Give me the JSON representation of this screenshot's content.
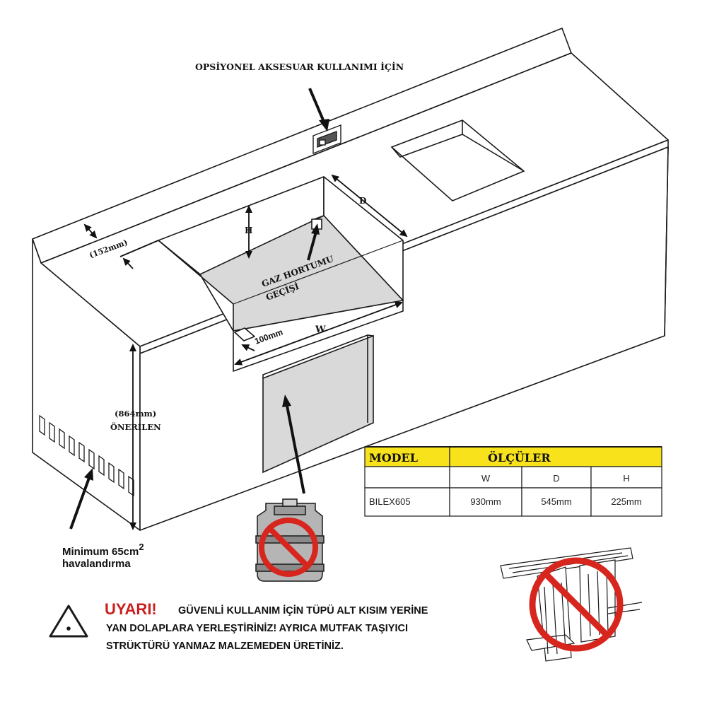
{
  "labels": {
    "accessory": "OPSİYONEL AKSESUAR KULLANIMI İÇİN",
    "depth_152": "(152mm)",
    "H": "H",
    "D": "D",
    "W": "W",
    "gas_line1": "GAZ HORTUMU",
    "gas_line2": "GEÇİŞİ",
    "mm100": "100mm",
    "height_864": "(864mm)",
    "recommended": "ÖNERİLEN",
    "vent_line1": "Minimum 65cm",
    "vent_sup": "2",
    "vent_line2": "havalandırma"
  },
  "table": {
    "model_header": "MODEL",
    "dims_header": "ÖLÇÜLER",
    "sub_headers": [
      "W",
      "D",
      "H"
    ],
    "rows": [
      {
        "model": "BILEX605",
        "w": "930mm",
        "d": "545mm",
        "h": "225mm"
      }
    ],
    "header_color": "#f7e21c"
  },
  "warning": {
    "title": "UYARI!",
    "line1": "GÜVENLİ KULLANIM İÇİN TÜPÜ ALT KISIM YERİNE",
    "line2": "YAN DOLAPLARA YERLEŞTİRİNİZ! AYRICA MUTFAK TAŞIYICI",
    "line3": "STRÜKTÜRÜ YANMAZ MALZEMEDEN ÜRETİNİZ.",
    "color": "#c8201e"
  },
  "icons": {
    "warning": "warning-triangle-icon",
    "cylinder": "gas-cylinder-icon",
    "wood": "wooden-frame-icon",
    "prohibited": "prohibited-icon"
  },
  "colors": {
    "cutout_fill": "#d9d9d9",
    "prohibit_red": "#d7261e",
    "line": "#1a1a1a"
  }
}
